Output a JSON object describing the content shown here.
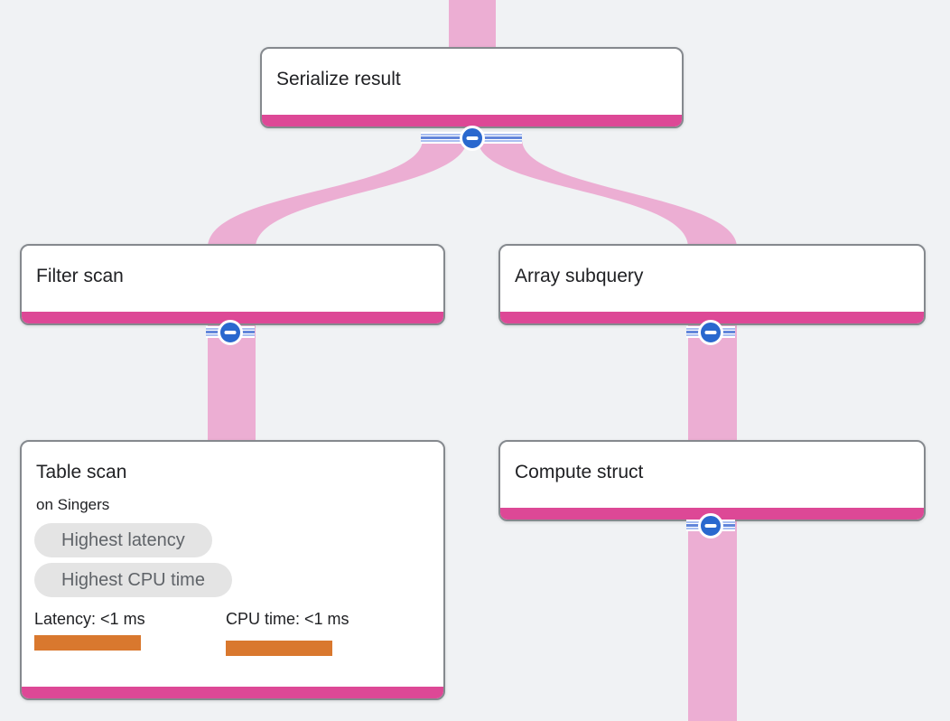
{
  "app": {
    "view": "Query execution plan graph"
  },
  "palette": {
    "background": "#f0f2f4",
    "edge_pink": "#ecaed3",
    "node_accent_bar": "#dd4896",
    "node_border": "#85898e",
    "node_background": "#ffffff",
    "title_text": "#202124",
    "badge_background": "#e4e4e4",
    "badge_text": "#5f6368",
    "metric_bar_orange": "#d9782e",
    "collapse_button_blue": "#2a68ce",
    "stripe_light_blue": "#a9bff1",
    "stripe_mid_blue": "#6286da"
  },
  "nodes": [
    {
      "title": "Serialize result"
    },
    {
      "title": "Filter scan"
    },
    {
      "title": "Array subquery"
    },
    {
      "title": "Table scan",
      "subtitle": "on Singers",
      "badges": [
        "Highest latency",
        "Highest CPU time"
      ],
      "metrics": [
        {
          "label": "Latency: <1 ms"
        },
        {
          "label": "CPU time: <1 ms"
        }
      ]
    },
    {
      "title": "Compute struct"
    }
  ]
}
